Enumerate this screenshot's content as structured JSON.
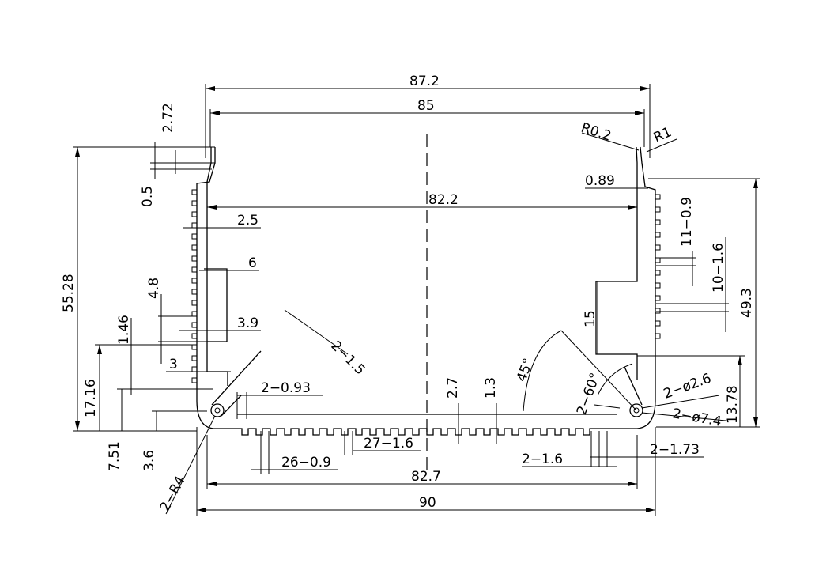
{
  "dimensions": {
    "d_87_2": "87.2",
    "d_85": "85",
    "d_82_2": "82.2",
    "d_82_7": "82.7",
    "d_90": "90",
    "d_55_28": "55.28",
    "d_49_3": "49.3",
    "d_17_16": "17.16",
    "d_13_78": "13.78",
    "d_7_51": "7.51",
    "d_3_6": "3.6",
    "d_2_72": "2.72",
    "d_0_5": "0.5",
    "d_2_5": "2.5",
    "d_6": "6",
    "d_4_8": "4.8",
    "d_1_46": "1.46",
    "d_3_9": "3.9",
    "d_3": "3",
    "d_2_093": "2−0.93",
    "d_2_15": "2−1.5",
    "d_2_r4": "2−R4",
    "d_26_09": "26−0.9",
    "d_27_16": "27−1.6",
    "d_2_7": "2.7",
    "d_1_3": "1.3",
    "d_45": "45°",
    "d_15": "15",
    "d_2_60": "2−60°",
    "d_2_phi26": "2−ø2.6",
    "d_2_phi74": "2−ø7.4",
    "d_2_16": "2−1.6",
    "d_2_173": "2−1.73",
    "d_r0_2": "R0.2",
    "d_r1": "R1",
    "d_0_89": "0.89",
    "d_11_09": "11−0.9",
    "d_10_16": "10−1.6"
  }
}
